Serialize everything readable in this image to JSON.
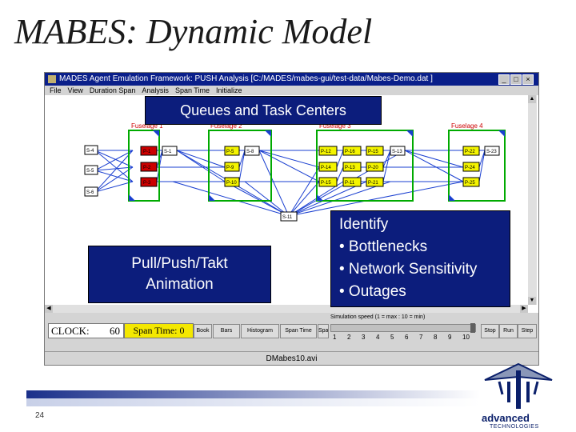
{
  "slide": {
    "title": "MABES: Dynamic Model",
    "page_number": "24"
  },
  "app": {
    "title": "MADES Agent Emulation Framework: PUSH Analysis [C:/MADES/mabes-gui/test-data/Mabes-Demo.dat ]",
    "menus": [
      "File",
      "View",
      "Duration Span",
      "Analysis",
      "Span Time",
      "Initialize"
    ],
    "window_buttons": [
      "_",
      "□",
      "×"
    ],
    "status_text": "DMabes10.avi"
  },
  "simulation": {
    "fuselages": [
      {
        "label": "Fuselage 1",
        "color": "#cc0000"
      },
      {
        "label": "Fuselage 2",
        "color": "#00aa00"
      },
      {
        "label": "Fuselage 3",
        "color": "#00aa00"
      },
      {
        "label": "Fuselage 4",
        "color": "#00aa00"
      }
    ],
    "source_nodes": [
      "S-4",
      "S-5",
      "S-6"
    ],
    "hub_node": "S-11",
    "f1_nodes": [
      "P-1",
      "P-2",
      "P-3"
    ],
    "f1_side": "S-1",
    "f2_nodes": [
      "P-5",
      "P-9",
      "P-10"
    ],
    "f2_side": "S-8",
    "f3_col1": [
      "P-12",
      "P-14",
      "P-15"
    ],
    "f3_col2": [
      "P-16",
      "P-13",
      "P-11"
    ],
    "f3_col3": [
      "P-15",
      "P-20",
      "P-21"
    ],
    "f3_side": "S-13",
    "f4_nodes": [
      "P-22",
      "P-24",
      "P-25"
    ],
    "f4_side": "S-23"
  },
  "controls": {
    "clock_label": "CLOCK:",
    "clock_value": "60",
    "span_time_label": "Span Time: 0",
    "buttons": [
      "Book",
      "Bars",
      "Histogram",
      "Span Time",
      "Span Time"
    ],
    "speed_label": "Simulation speed (1 = max : 10 = min)",
    "speed_ticks": [
      "1",
      "2",
      "3",
      "4",
      "5",
      "6",
      "7",
      "8",
      "9",
      "10"
    ],
    "speed_value": 10,
    "right_buttons": [
      "Stop",
      "Run",
      "Step"
    ]
  },
  "overlays": {
    "queues": "Queues and Task Centers",
    "animation_line1": "Pull/Push/Takt",
    "animation_line2": "Animation",
    "identify": [
      "Identify",
      "• Bottlenecks",
      "• Network Sensitivity",
      "• Outages"
    ]
  },
  "logo": {
    "line1": "advanced",
    "line2": "TECHNOLOGIES"
  },
  "colors": {
    "accent_blue": "#0c1d7c",
    "titlebar_blue": "#0a1f8a",
    "bottleneck_red": "#cc0000",
    "fuselage_green": "#00aa00",
    "link_blue": "#1a3fd0"
  }
}
